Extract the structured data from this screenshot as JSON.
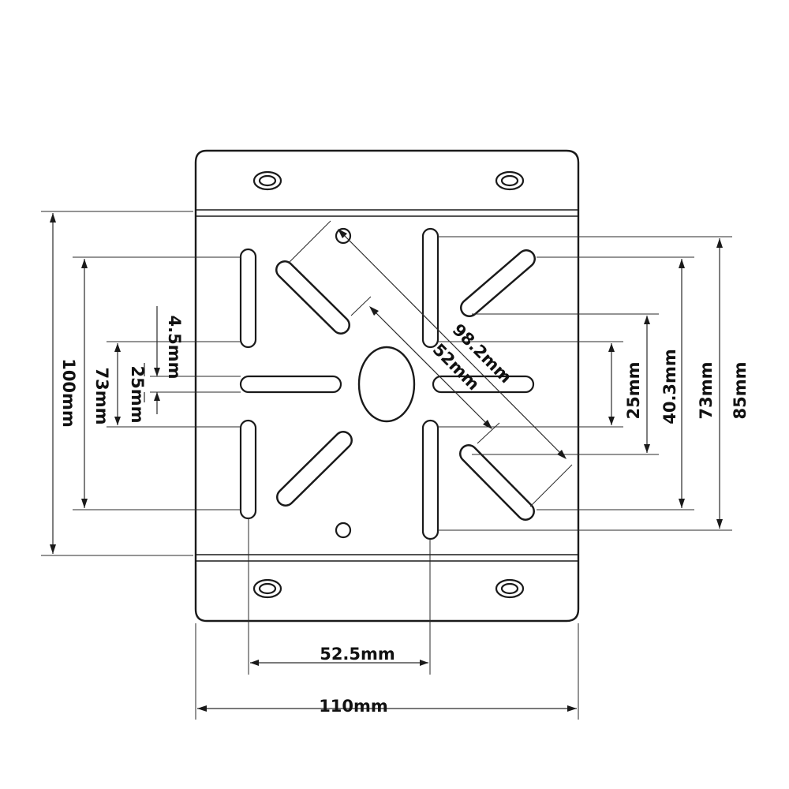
{
  "dimensions": {
    "width_110": "110mm",
    "height_100": "100mm",
    "spacing_52_5": "52.5mm",
    "diagonal_98_2": "98.2mm",
    "diagonal_52": "52mm",
    "slot_width_4_5": "4.5mm",
    "left_73": "73mm",
    "left_25": "25mm",
    "right_25": "25mm",
    "right_40_3": "40.3mm",
    "right_73": "73mm",
    "right_85": "85mm"
  }
}
